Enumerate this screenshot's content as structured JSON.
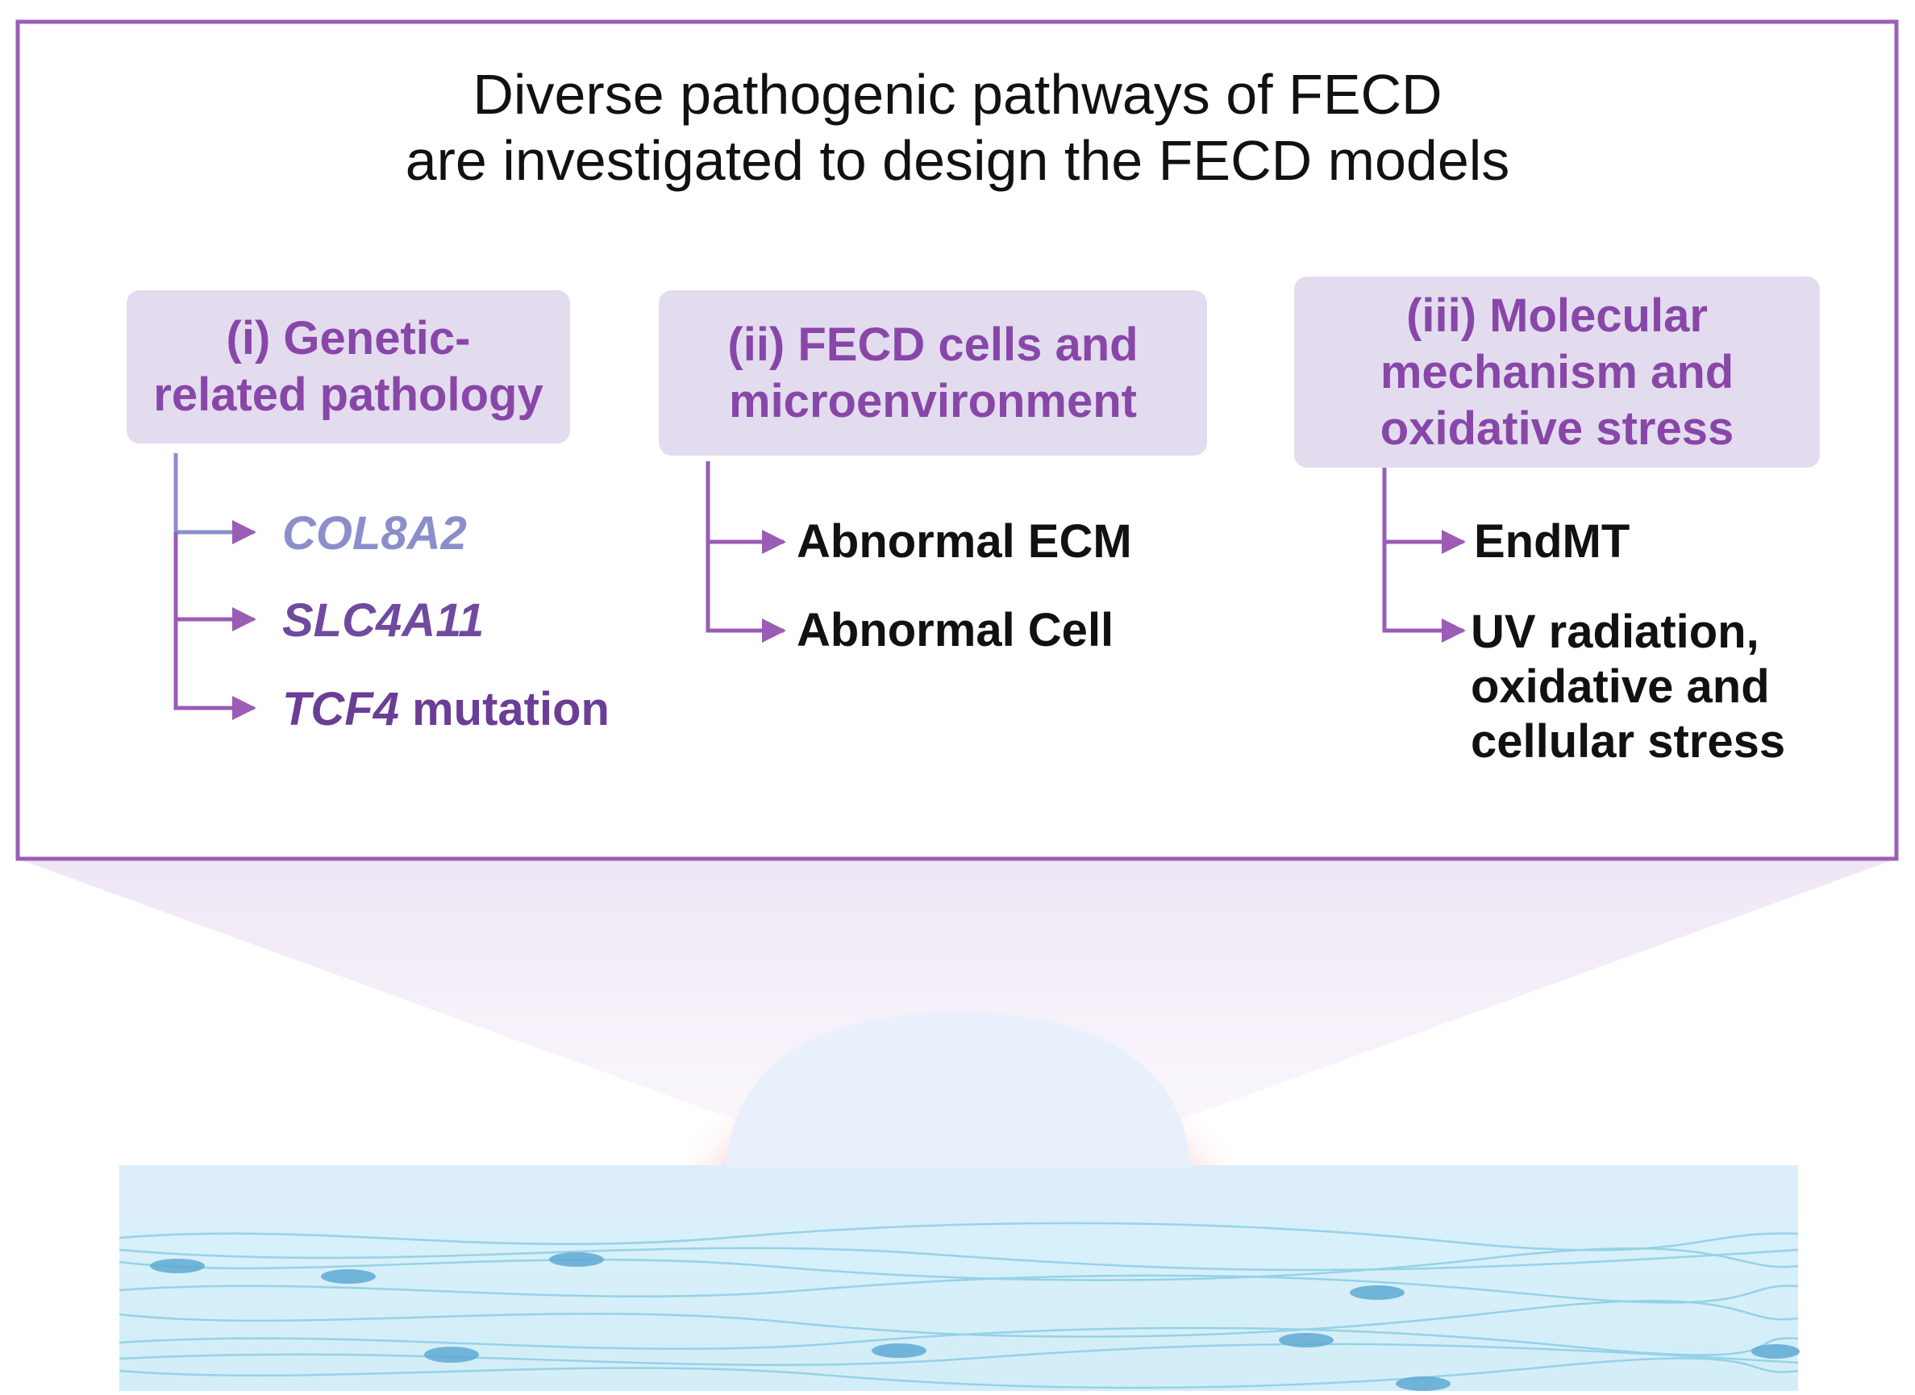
{
  "title": {
    "line1": "Diverse pathogenic pathways of FECD",
    "line2": "are investigated to design the FECD models"
  },
  "categories": [
    {
      "label_line1": "(i) Genetic-",
      "label_line2": "related pathology",
      "items": [
        {
          "gene": "COL8A2",
          "suffix": ""
        },
        {
          "gene": "SLC4A11",
          "suffix": ""
        },
        {
          "gene": "TCF4",
          "suffix": " mutation"
        }
      ]
    },
    {
      "label_line1": "(ii) FECD cells and",
      "label_line2": "microenvironment",
      "items": [
        "Abnormal ECM",
        "Abnormal Cell"
      ]
    },
    {
      "label_line1": "(iii) Molecular",
      "label_line2": "mechanism and",
      "label_line3": "oxidative stress",
      "items": [
        "EndMT",
        {
          "line1": "UV radiation,",
          "line2": "oxidative and",
          "line3": "cellular stress"
        }
      ]
    }
  ],
  "colors": {
    "frame": "#9a5fb8",
    "box_fill": "#e3dcef",
    "box_text": "#8847a8",
    "connector_purple": "#9a5cb4",
    "connector_light": "#8a8fcb",
    "gene_light": "#8a8fcb",
    "gene_mid": "#6f4a9e",
    "gene_dark": "#6a3d96",
    "tissue": "#d3eef8",
    "dome": "#e8f1fb",
    "glow": "#ff5a64"
  }
}
